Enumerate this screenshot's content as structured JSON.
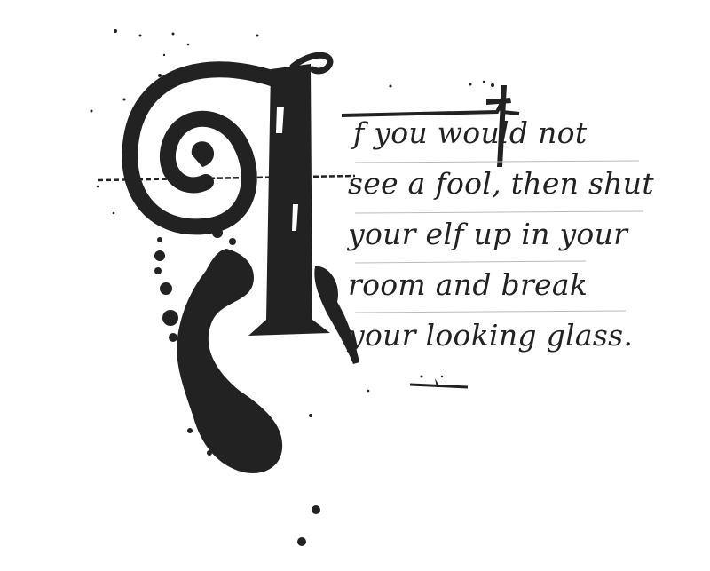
{
  "quote": {
    "lines": [
      "f you would not",
      "see a fool, then shut",
      "your elf up in your",
      "room and break",
      "your looking glass."
    ]
  },
  "colors": {
    "ink": "#222222",
    "background": "#ffffff"
  },
  "decorations": {
    "drop_cap": "illuminated-letter-I-icon",
    "ink_splatter": "ink-splatter-icon",
    "rule_ornament": "ornament-rule-icon"
  }
}
